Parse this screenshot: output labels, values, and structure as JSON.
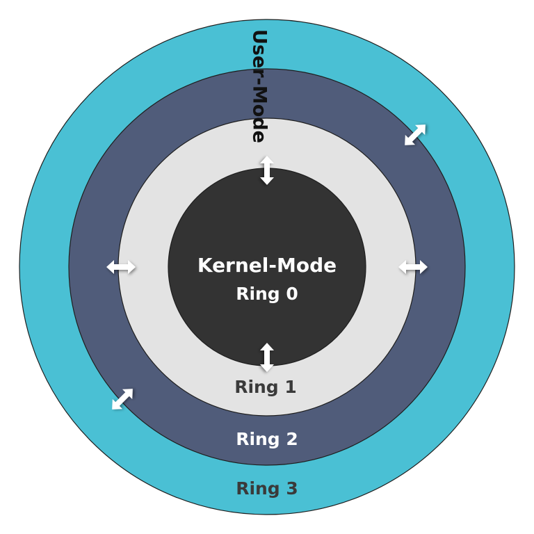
{
  "rings": {
    "ring3": {
      "label": "Ring 3",
      "color": "#4ac0d4"
    },
    "ring2": {
      "label": "Ring 2",
      "color": "#505c7a"
    },
    "ring1": {
      "label": "Ring 1",
      "color": "#e3e3e3"
    },
    "ring0": {
      "title": "Kernel-Mode",
      "label": "Ring 0",
      "color": "#333333"
    }
  },
  "user_mode_label": "User-Mode",
  "colors": {
    "outline": "#1e1e1e",
    "text_dark": "#3a3a3a",
    "text_light": "#ffffff",
    "user_mode_text": "#111111",
    "arrow": "#ffffff"
  },
  "icons": {
    "bidirectional_arrow": "double-headed-arrow-icon"
  }
}
